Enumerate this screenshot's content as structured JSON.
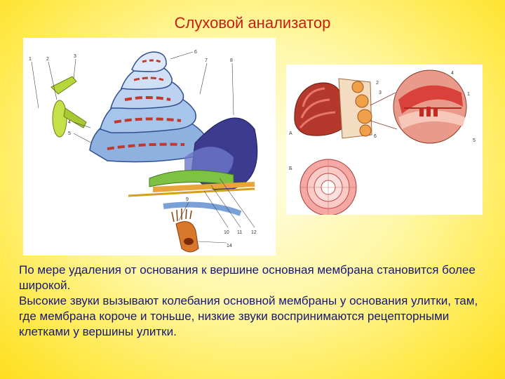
{
  "slide": {
    "title": "Слуховой анализатор",
    "paragraphs": [
      "По мере удаления от основания к вершине основная мембрана становится более широкой.",
      "Высокие звуки вызывают колебания основной мембраны у основания улитки, там, где мембрана короче и тоньше, низкие звуки воспринимаются рецепторными клетками у вершины улитки."
    ]
  },
  "figure_left": {
    "labels": [
      "1",
      "2",
      "3",
      "4",
      "5",
      "6",
      "7",
      "8",
      "9",
      "10",
      "11",
      "12",
      "14"
    ]
  },
  "figure_right": {
    "labels": [
      "1",
      "2",
      "3",
      "4",
      "5",
      "6",
      "A",
      "Б"
    ]
  },
  "colors": {
    "title": "#c81e12",
    "text": "#17177a",
    "cochlea_blue": "#5c86c8",
    "cochlea_red": "#c0392b",
    "membrane_green": "#7dc242"
  }
}
